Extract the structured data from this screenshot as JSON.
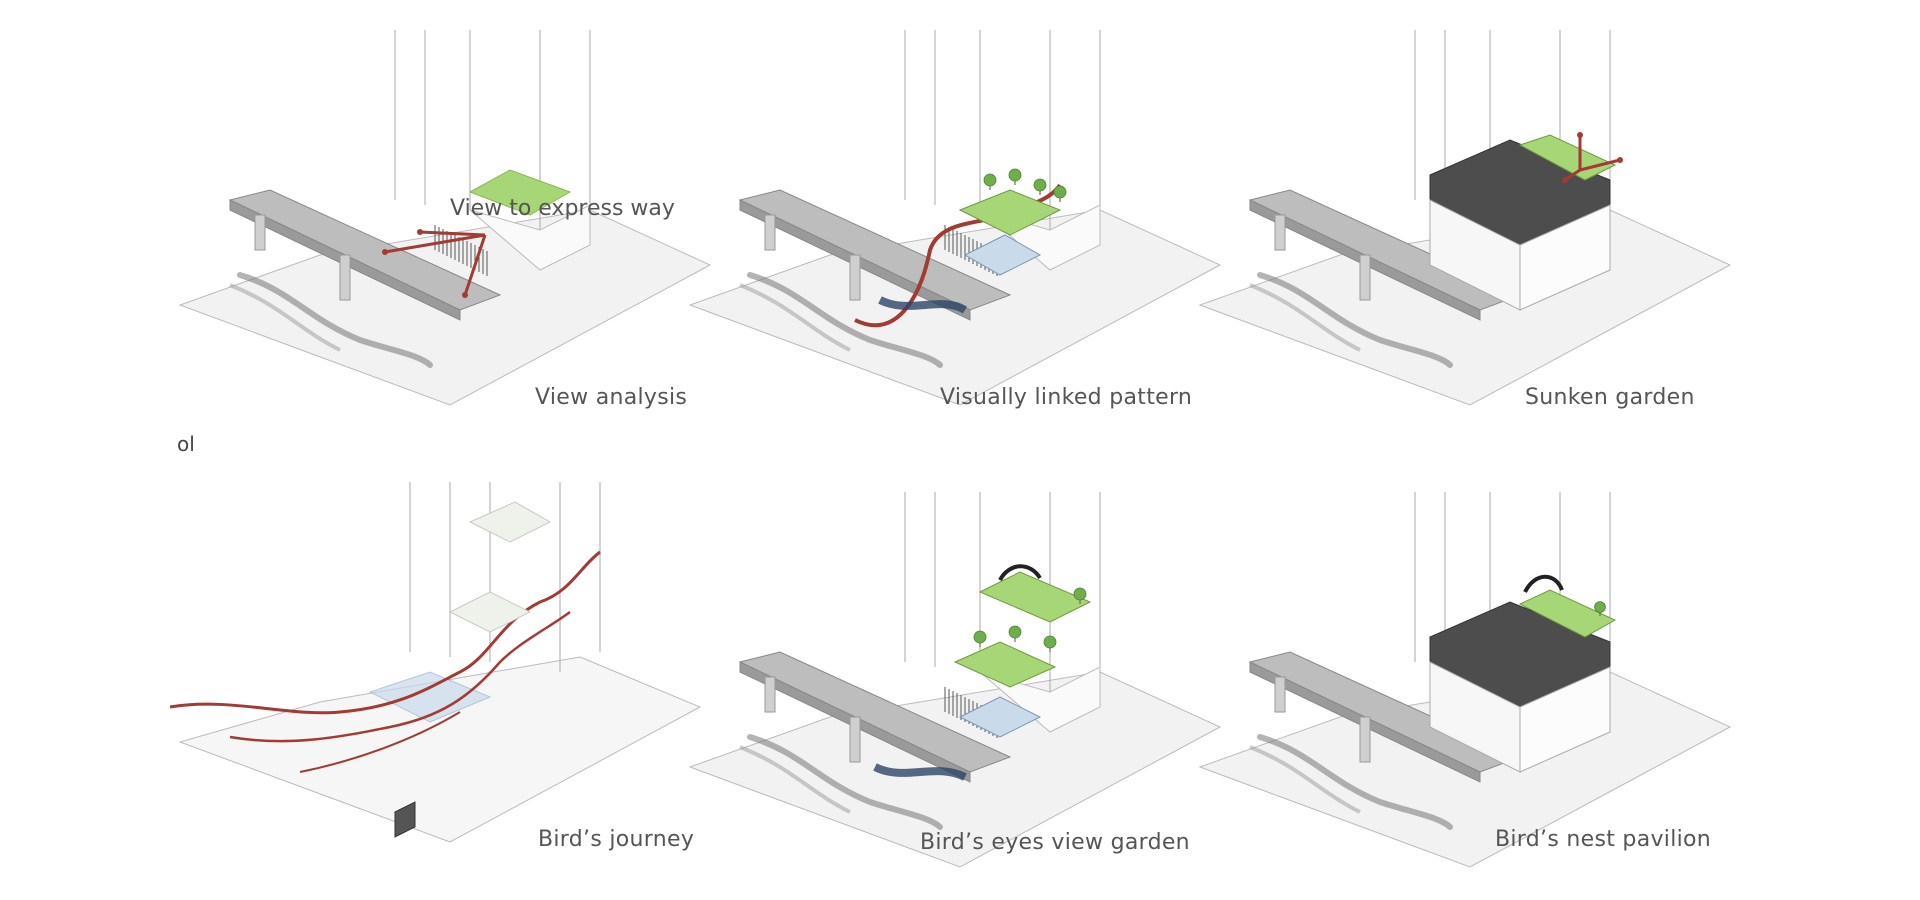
{
  "panels": [
    {
      "caption": "View analysis",
      "annotation": "View to express way",
      "variant": "view"
    },
    {
      "caption": "Visually linked pattern",
      "variant": "pattern"
    },
    {
      "caption": "Sunken garden",
      "variant": "sunken"
    },
    {
      "caption": "Bird’s journey",
      "variant": "journey"
    },
    {
      "caption": "Bird’s eyes view garden",
      "variant": "eyes"
    },
    {
      "caption": "Bird’s nest pavilion",
      "variant": "nest"
    }
  ],
  "stray_text": "ol",
  "colors": {
    "path_red": "#a23b33",
    "lawn_green": "#a7d676",
    "roof_dark": "#4d4d4d",
    "water_blue": "#c9daea",
    "deck_grey": "#bdbdbd",
    "tree_green": "#6fae4a"
  }
}
